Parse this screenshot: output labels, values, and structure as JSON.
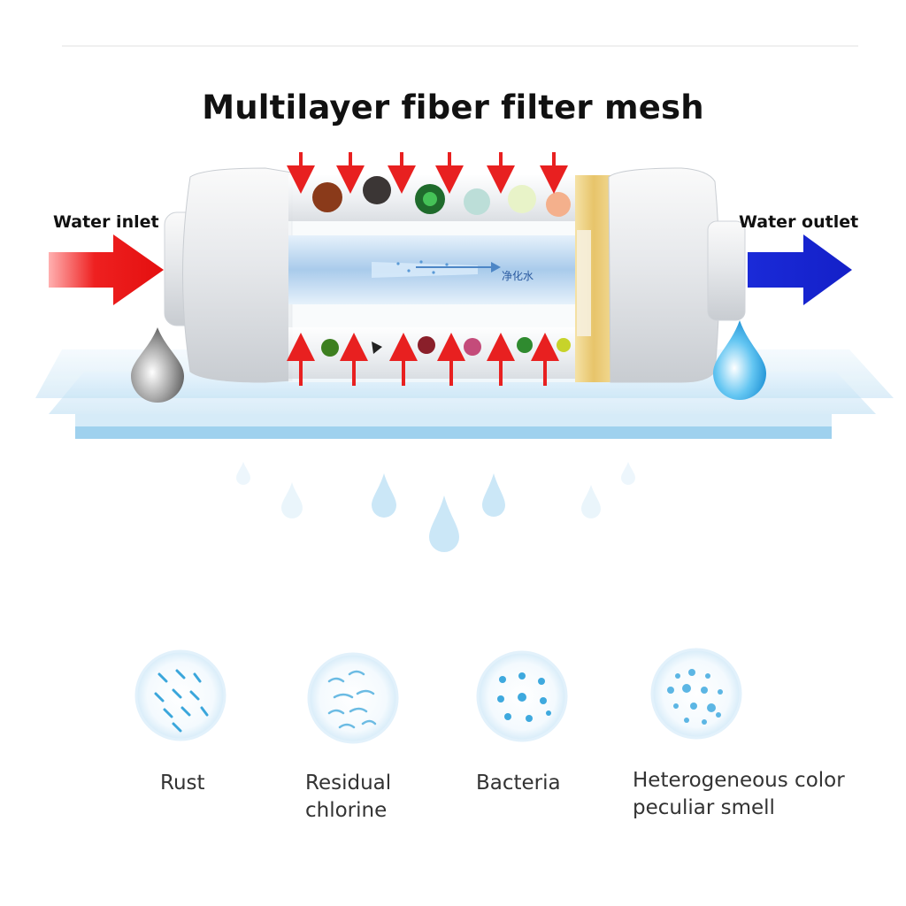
{
  "title": "Multilayer fiber filter mesh",
  "inlet_label": "Water inlet",
  "outlet_label": "Water outlet",
  "purified_label": "净化水",
  "colors": {
    "inlet_arrow": "#e81818",
    "outlet_arrow": "#1a24d6",
    "flow_arrow": "#e82020",
    "filter_body": "#eef0f2",
    "plate": "#9fd0ee",
    "droplet": "#bfe2f6"
  },
  "contaminant_icons": [
    "rust-particle-icon",
    "sediment-icon",
    "bacteria-icon",
    "chlorine-icon",
    "mold-icon",
    "odor-icon"
  ],
  "contaminants": [
    {
      "icon": "rust-icon",
      "label": "Rust"
    },
    {
      "icon": "residual-chlorine-icon",
      "label_lines": [
        "Residual",
        "chlorine"
      ]
    },
    {
      "icon": "bacteria-icon",
      "label": "Bacteria"
    },
    {
      "icon": "heterogeneous-color-icon",
      "label_lines": [
        "Heterogeneous color",
        "peculiar smell"
      ]
    }
  ]
}
